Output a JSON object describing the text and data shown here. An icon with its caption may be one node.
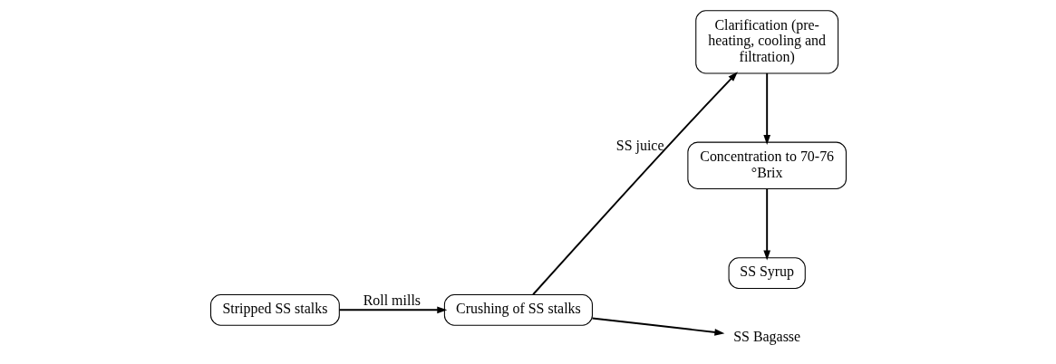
{
  "diagram": {
    "nodes": [
      {
        "text": [
          "Stripped SS stalks"
        ]
      },
      {
        "text": [
          "Crushing of SS stalks"
        ]
      },
      {
        "text": [
          "Clarification (pre-heating, cooling and filtration)"
        ]
      },
      {
        "text": [
          "SS Bagasse"
        ]
      },
      {
        "text": [
          "SS Syrup"
        ]
      },
      {
        "text": [
          "Concentration to 70-76 °Brix"
        ]
      }
    ],
    "edges": [
      {
        "from": 0,
        "to": 1,
        "arrow": "to",
        "label": "Roll mills"
      },
      {
        "from": 1,
        "to": 2,
        "arrow": "to",
        "label": "SS juice"
      },
      {
        "from": 1,
        "to": 3,
        "arrow": "to"
      },
      {
        "from": 2,
        "to": 5,
        "arrow": "to"
      },
      {
        "from": 5,
        "to": 4,
        "arrow": "to"
      }
    ]
  }
}
